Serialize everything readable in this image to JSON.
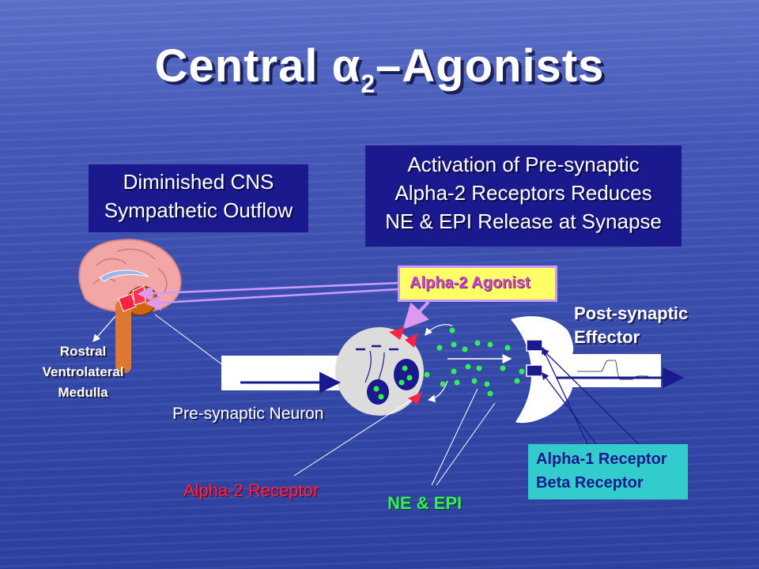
{
  "title": {
    "main": "Central ",
    "alpha": "α",
    "subscript": "2",
    "rest": "–Agonists"
  },
  "box_cns": {
    "line1": "Diminished CNS",
    "line2": "Sympathetic Outflow"
  },
  "box_activation": {
    "line1": "Activation of Pre-synaptic",
    "line2": "Alpha-2 Receptors Reduces",
    "line3": "NE & EPI Release at Synapse"
  },
  "agonist_label": "Alpha-2 Agonist",
  "rostral": {
    "line1": "Rostral",
    "line2": "Ventrolateral",
    "line3": "Medulla"
  },
  "presynaptic_label": "Pre-synaptic Neuron",
  "postsynaptic": {
    "line1": "Post-synaptic",
    "line2": "Effector"
  },
  "alpha2_receptor_label": "Alpha-2 Receptor",
  "ne_epi_label": "NE & EPI",
  "receptor_box": {
    "line1": "Alpha-1 Receptor",
    "line2": "Beta Receptor"
  },
  "colors": {
    "background": "#3c4fae",
    "box_dark": "#1a1a8e",
    "agonist_fill": "#ffff66",
    "alpha2_red": "#ff2244",
    "ne_green": "#33ee55",
    "receptor_cyan": "#33cccc"
  }
}
